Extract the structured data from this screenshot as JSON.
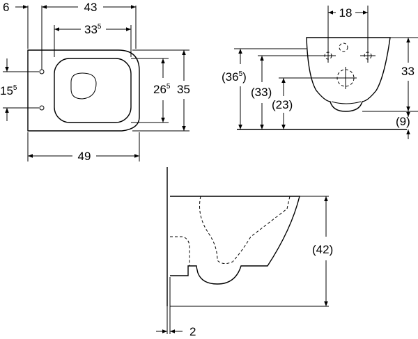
{
  "top_view": {
    "dim_top_left": "6",
    "dim_overall_top": "43",
    "dim_inner_top_main": "33",
    "dim_inner_top_sup": "5",
    "dim_left_main": "15",
    "dim_left_sup": "5",
    "dim_right_inner_main": "26",
    "dim_right_inner_sup": "5",
    "dim_right_outer": "35",
    "dim_bottom": "49"
  },
  "front_view": {
    "dim_top": "18",
    "dim_left_outer_prefix": "(36",
    "dim_left_outer_sup": "5",
    "dim_left_outer_suffix": ")",
    "dim_left_mid": "(33)",
    "dim_left_inner": "(23)",
    "dim_right": "33",
    "dim_right_bottom": "(9)"
  },
  "side_view": {
    "dim_height": "(42)",
    "dim_bottom": "2"
  }
}
